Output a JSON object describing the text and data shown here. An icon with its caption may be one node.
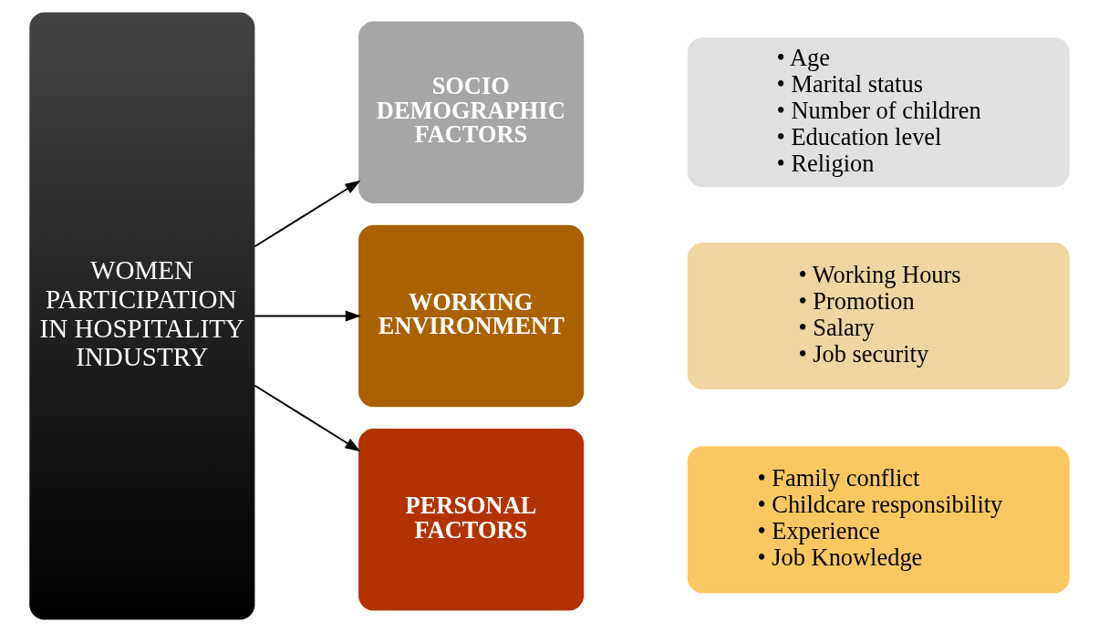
{
  "diagram": {
    "nodes": [
      {
        "text": [
          "WOMEN PARTICIPATION IN HOSPITALITY INDUSTRY"
        ]
      },
      {
        "text": [
          "SOCIO DEMOGRAPHIC FACTORS"
        ]
      },
      {
        "text": [
          "• Age",
          "• Marital status",
          "• Number of children",
          "• Education level",
          "• Religion"
        ]
      },
      {
        "text": [
          "WORKING ENVIRONMENT"
        ]
      },
      {
        "text": [
          "• Working Hours",
          "• Promotion",
          "• Salary",
          "• Job security"
        ]
      },
      {
        "text": [
          "PERSONAL FACTORS"
        ]
      },
      {
        "text": [
          "• Family conflict",
          "• Childcare responsibility",
          "• Experience",
          "• Job Knowledge"
        ]
      }
    ],
    "edges": [
      {
        "from": 0,
        "to": 1,
        "arrow": "to"
      },
      {
        "from": 0,
        "to": 3,
        "arrow": "to"
      },
      {
        "from": 0,
        "to": 5,
        "arrow": "to"
      }
    ]
  }
}
